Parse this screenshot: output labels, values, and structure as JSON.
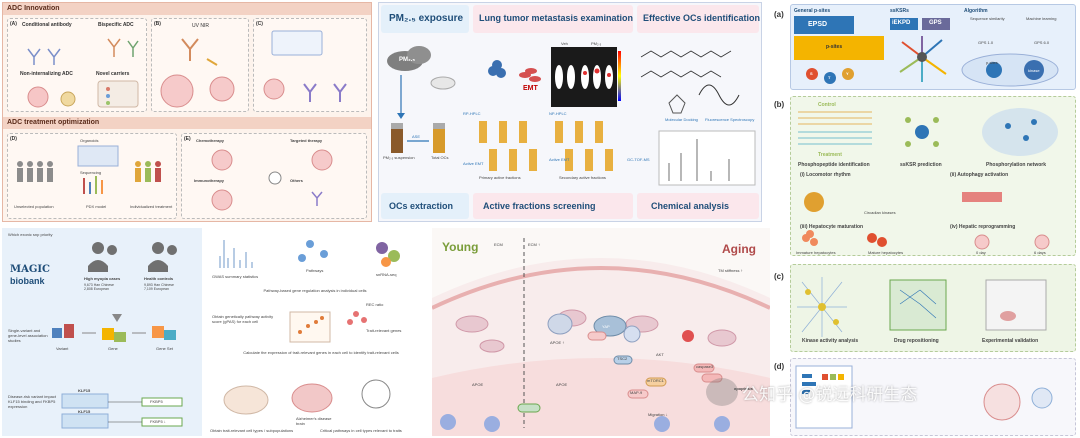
{
  "adc": {
    "section1_title": "ADC Innovation",
    "section2_title": "ADC treatment optimization",
    "panel_a_label": "(A)",
    "panel_b_label": "(B)",
    "panel_c_label": "(C)",
    "panel_d_label": "(D)",
    "panel_e_label": "(E)",
    "conditional_antibody": "Conditional antibody",
    "bispecific_adc": "Bispecific ADC",
    "uv_nir": "UV NIR",
    "non_internalizing": "Non-internalizing ADC",
    "novel_carriers": "Novel carriers",
    "chemotherapy": "Chemotherapy",
    "targeted_therapy": "Targeted therapy",
    "immunotherapy": "Immunotherapy",
    "others": "Others",
    "organoids": "Organoids",
    "sequencing": "Sequencing",
    "unselected_population": "Unselected population",
    "pdx_model": "PDX model",
    "individualized_treatment": "Individualized treatment",
    "colors": {
      "header": "#f3d2c4",
      "bg": "#fdf3ec",
      "border": "#e6b7a5"
    }
  },
  "pm": {
    "exposure": "PM₂.₅ exposure",
    "pm_badge": "PM₂.₅",
    "lung": "Lung tumor metastasis examination",
    "effective": "Effective OCs identification",
    "emt": "EMT",
    "veh": "Veh",
    "pm_label": "PM₂.₅",
    "ase": "ASE",
    "pm_suspension": "PM₂.₅ suspension",
    "total_ocs": "Total OCs",
    "rp_hplc": "RP-HPLC",
    "np_hplc": "NP-HPLC",
    "active_emt_1": "Active EMT",
    "active_emt_2": "Active EMT",
    "gc_tof_ms": "GC-TOF-MS",
    "primary": "Primary active fractions",
    "secondary": "Secondary active fractions",
    "molecular_docking": "Molecular Docking",
    "fluorescence": "Fluorescence Spectroscopy",
    "oc_extraction": "OCs extraction",
    "active_screening": "Active fractions screening",
    "chemical_analysis": "Chemical analysis",
    "colors": {
      "blue_bg": "#e4f0fa",
      "pink_bg": "#fbe7ec",
      "mid_bg": "#f4f4f8"
    }
  },
  "kinase": {
    "label_a": "(a)",
    "label_b": "(b)",
    "label_c": "(c)",
    "label_d": "(d)",
    "general_psites": "General p-sites",
    "ssksrs": "ssKSRs",
    "algorithm": "Algorithm",
    "seq_similarity": "Sequence similarity",
    "machine_learning": "Machine learning",
    "gps10": "GPS 1.0",
    "gps60": "GPS 6.0",
    "epsd": "EPSD",
    "ikepd": "iEKPD",
    "gps_logo": "GPS",
    "psites": "p-sites",
    "res_s": "S",
    "res_t": "T",
    "res_y": "Y",
    "psites_node": "p-sites",
    "kinase_node": "kinase",
    "control": "Control",
    "treatment": "Treatment",
    "phospho_id": "Phosphopeptide identification",
    "ssksr_pred": "ssKSR prediction",
    "phospho_net": "Phosphorylation network",
    "locomotor": "(i) Locomotor rhythm",
    "autophagy": "(ii) Autophagy activation",
    "circadian": "Circadian kinases",
    "hepatocyte": "(iii) Hepatocyte maturation",
    "reprogramming": "(iv) Hepatic reprogramming",
    "immature": "Immature hepatocytes",
    "mature": "Mature hepatocytes",
    "day0": "0 day",
    "day6": "6 days",
    "kinase_activity": "Kinase activity analysis",
    "drug_repositioning": "Drug repositioning",
    "exp_validation": "Experimental validation",
    "colors": {
      "a_bg": "#e7f0fb",
      "b_bg": "#f1f7ea",
      "c_bg": "#eef5e6"
    }
  },
  "gwas": {
    "question": "Which exonic snp priority",
    "magic_logo": "MAGIC",
    "biobank": "biobank",
    "high_myopia": "High myopia cases",
    "hm_counts": "9,673 Han Chinese\n2,808 European",
    "health": "Health controls",
    "hc_counts": "9,893 Han Chinese\n7,109 European",
    "single_variant": "Single-variant and gene-level association studies",
    "variant": "Variant",
    "gene": "Gene",
    "geneset": "Gene Set",
    "disease_risk": "Disease-risk variant impact KLF15 binding and FKBP5 expression",
    "klf_top": "KLF15",
    "klf_bottom": "KLF15",
    "fkbp_top": "FKBP5",
    "fkbp_bottom": "FKBP5 ↓",
    "gwas_summary": "GWAS summary statistics",
    "pathways": "Pathways",
    "snrna": "snRNA-seq",
    "pathway_scoring": "Pathway-based gene regulation analysis in individual cells",
    "obtain_gpas": "Obtain genetically pathway activity score (gPAS) for each cell",
    "trait_genes": "Trait-relevant genes",
    "rec_ratio": "REC ratio",
    "calculate": "Calculate the expression of trait-relevant genes in each cell to identify trait-relevant cells",
    "obtain_cells": "Obtain trait-relevant cell types / subpopulations",
    "alzheimers": "Alzheimer's disease brain",
    "critical": "Critical pathways in cell types relevant to traits"
  },
  "aging": {
    "young": "Young",
    "aging": "Aging",
    "ecm": "ECM",
    "ecm_up": "ECM ↑",
    "tm_stiffness": "TM stiffness ↑",
    "yap": "YAP",
    "akt": "AKT",
    "tsc2": "TSC2",
    "mtorc1": "mTORC1",
    "caspase3": "caspase3",
    "map": "MAP-9",
    "apoptosis": "apoptosis",
    "migration": "Migration ↓",
    "apoe_up": "APOE ↑",
    "apoe_left": "APOE",
    "apoe_mid": "APOE"
  },
  "watermark": {
    "text": "公知乎 @锐远科研生态"
  }
}
